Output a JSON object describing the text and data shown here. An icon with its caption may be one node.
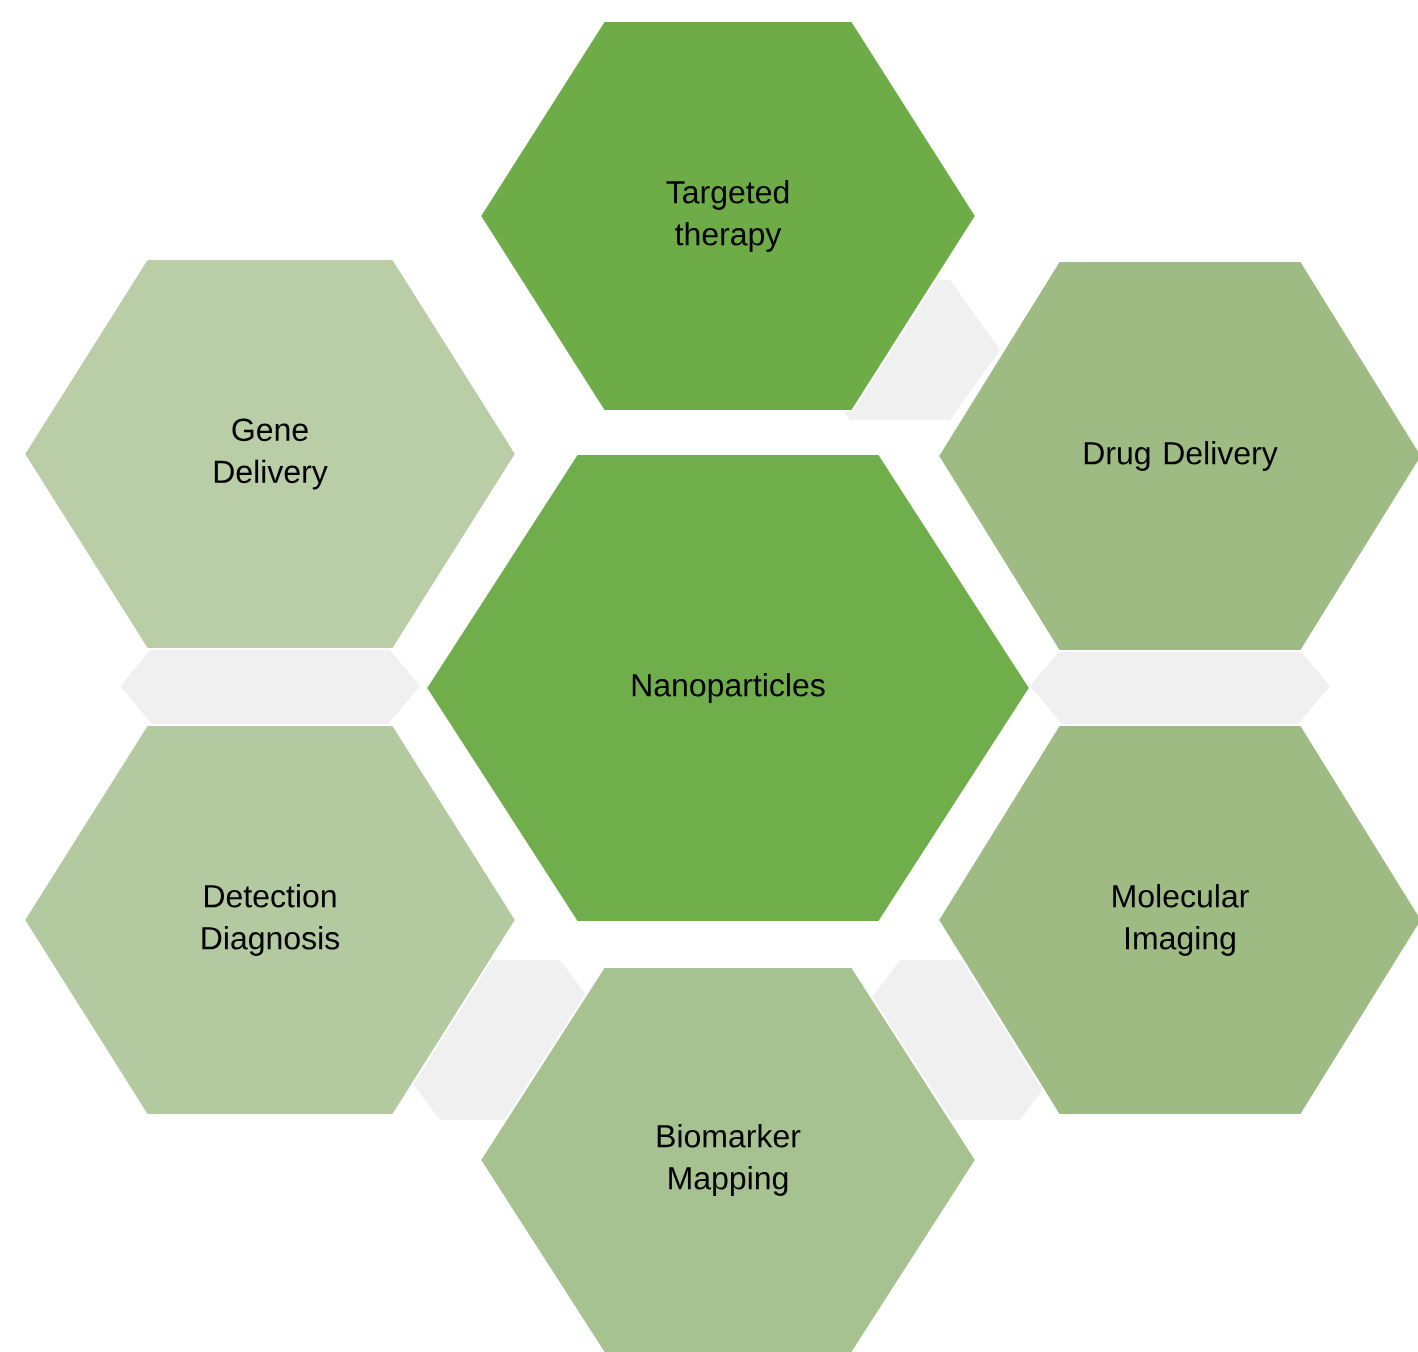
{
  "diagram": {
    "nodes": [
      {
        "text": [
          "Nanoparticles"
        ]
      },
      {
        "text": [
          "Targeted therapy"
        ]
      },
      {
        "text": [
          "Gene Delivery"
        ]
      },
      {
        "text": [
          "Drug Delivery"
        ]
      },
      {
        "text": [
          "Detection Diagnosis"
        ]
      },
      {
        "text": [
          "Molecular Imaging"
        ]
      },
      {
        "text": [
          "Biomarker Mapping"
        ]
      }
    ]
  }
}
